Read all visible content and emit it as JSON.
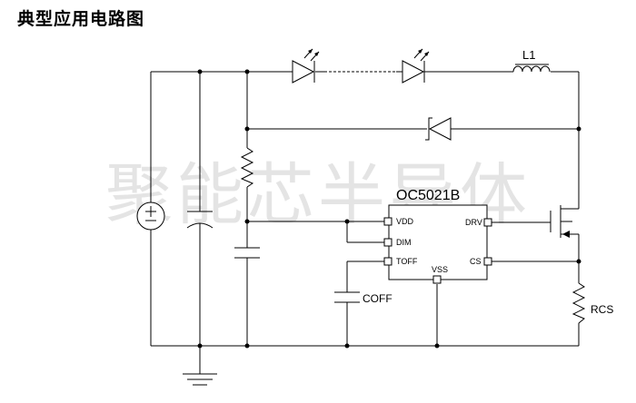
{
  "title": "典型应用电路图",
  "watermark": "聚能芯半导体",
  "colors": {
    "line": "#000000",
    "watermark": "#e6e6e6"
  },
  "components": {
    "chip_name": "OC5021B",
    "inductor": "L1",
    "sense_resistor": "RCS",
    "timing_cap": "COFF",
    "ic_pins": {
      "vdd": "VDD",
      "dim": "DIM",
      "toff": "TOFF",
      "vss": "VSS",
      "drv": "DRV",
      "cs": "CS"
    }
  }
}
